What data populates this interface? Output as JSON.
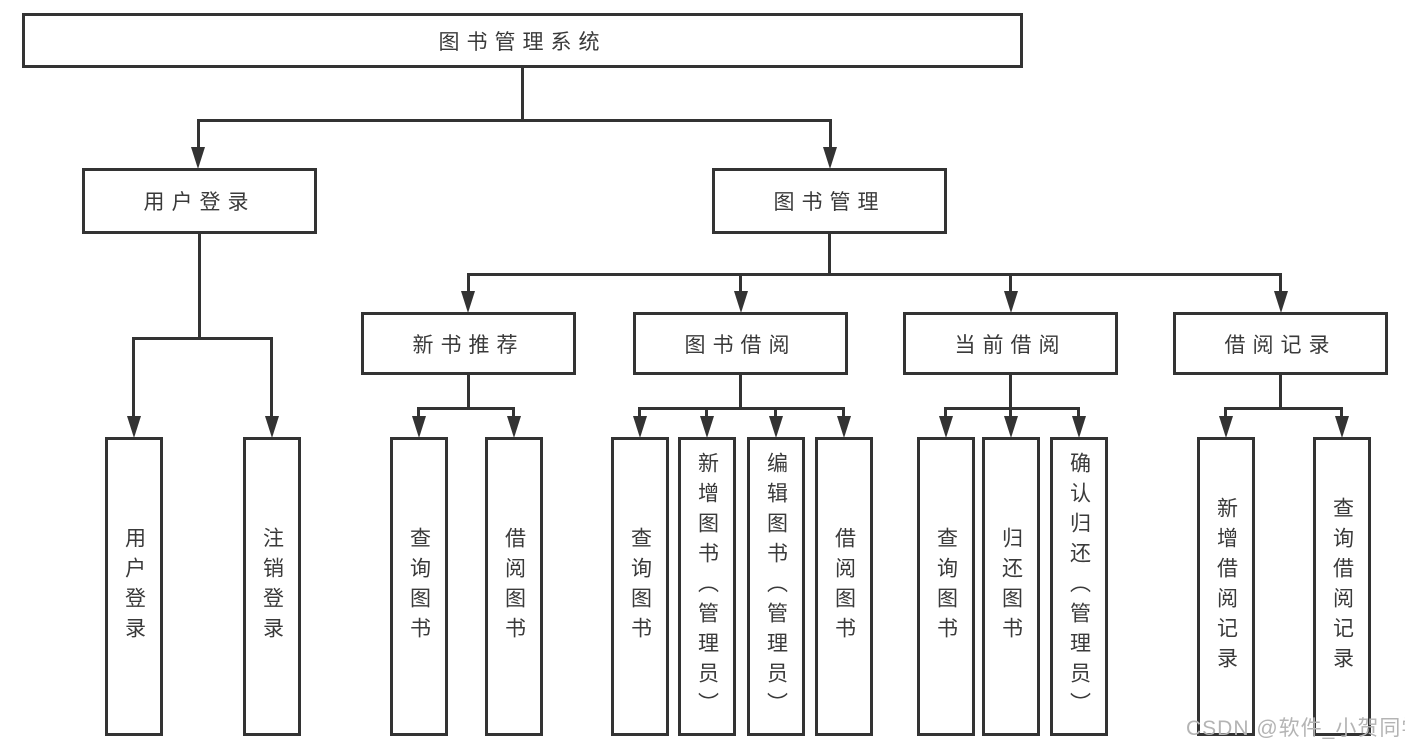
{
  "diagram": {
    "type": "tree",
    "title": "图书管理系统",
    "tree": {
      "label": "图书管理系统",
      "children": [
        {
          "label": "用户登录",
          "children": [
            {
              "label": "用户登录"
            },
            {
              "label": "注销登录"
            }
          ]
        },
        {
          "label": "图书管理",
          "children": [
            {
              "label": "新书推荐",
              "children": [
                {
                  "label": "查询图书"
                },
                {
                  "label": "借阅图书"
                }
              ]
            },
            {
              "label": "图书借阅",
              "children": [
                {
                  "label": "查询图书"
                },
                {
                  "label": "新增图书（管理员）"
                },
                {
                  "label": "编辑图书（管理员）"
                },
                {
                  "label": "借阅图书"
                }
              ]
            },
            {
              "label": "当前借阅",
              "children": [
                {
                  "label": "查询图书"
                },
                {
                  "label": "归还图书"
                },
                {
                  "label": "确认归还（管理员）"
                }
              ]
            },
            {
              "label": "借阅记录",
              "children": [
                {
                  "label": "新增借阅记录"
                },
                {
                  "label": "查询借阅记录"
                }
              ]
            }
          ]
        }
      ]
    },
    "watermark": "CSDN @软件_小贺同学",
    "colors": {
      "line": "#333333",
      "text": "#3a3a3a",
      "box_fill": "#ffffff",
      "background": "#ffffff",
      "watermark": "#b4b4b4"
    }
  }
}
